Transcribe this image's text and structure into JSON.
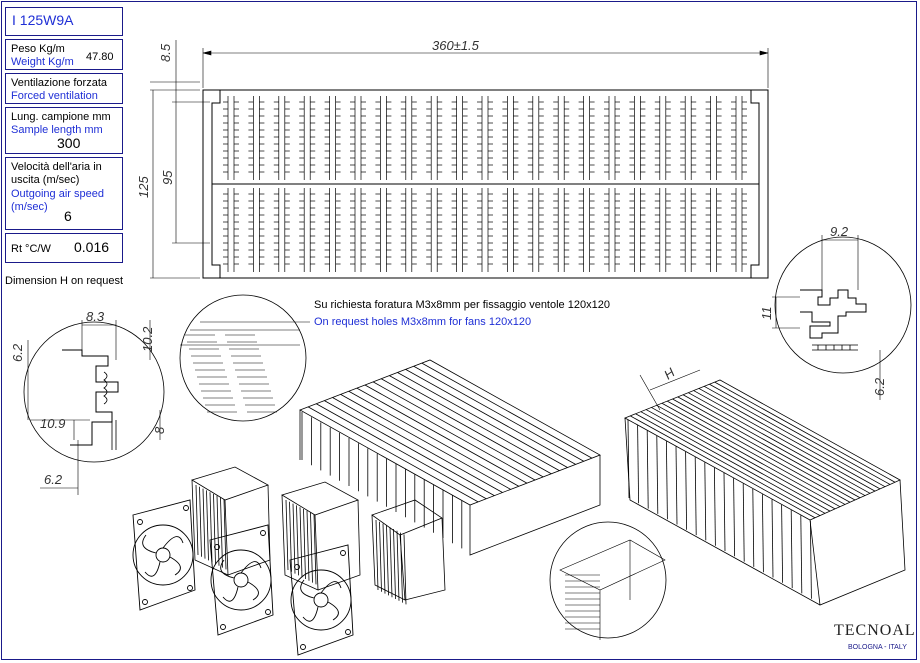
{
  "title": "I 125W9A",
  "weight": {
    "label_it": "Peso Kg/m",
    "label_en": "Weight Kg/m",
    "value": "47.80"
  },
  "ventilation": {
    "label_it": "Ventilazione forzata",
    "label_en": "Forced ventilation"
  },
  "sample": {
    "label_it": "Lung. campione mm",
    "label_en": "Sample length mm",
    "value": "300"
  },
  "air_speed": {
    "label_it_1": "Velocità dell'aria in",
    "label_it_2": "uscita (m/sec)",
    "label_en_1": "Outgoing air speed",
    "label_en_2": "(m/sec)",
    "value": "6"
  },
  "rt": {
    "label": "Rt °C/W",
    "value": "0.016"
  },
  "note_dimension": "Dimension H on request",
  "fan_note": {
    "it": "Su richiesta foratura M3x8mm per fissaggio ventole 120x120",
    "en": "On request holes M3x8mm for fans 120x120"
  },
  "dimensions": {
    "width": "360±1.5",
    "top_offset": "8.5",
    "height": "125",
    "inner_height": "95",
    "detail_right_width": "9.2",
    "detail_right_h1": "11",
    "detail_right_h2": "6.2",
    "detail_left_w1": "8.3",
    "detail_left_h1": "10.2",
    "detail_left_h2": "6.2",
    "detail_left_w2": "10.9",
    "detail_left_h3": "8",
    "detail_left_w3": "6.2",
    "iso_h_label": "H"
  },
  "logo": {
    "name": "TECNOAL",
    "sub": "BOLOGNA - ITALY"
  },
  "colors": {
    "border": "#1a1a8a",
    "blue_text": "#1f2fd6",
    "line": "#000000"
  }
}
